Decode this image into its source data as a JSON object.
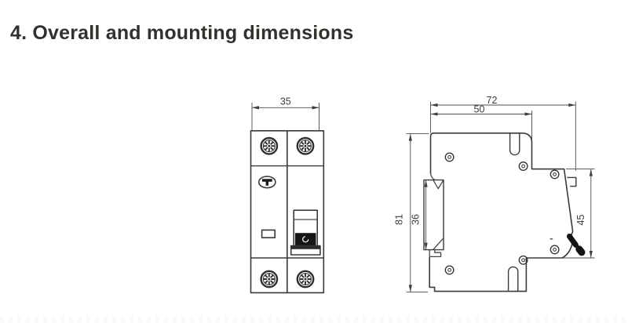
{
  "page": {
    "title": "4. Overall and mounting dimensions"
  },
  "front_view": {
    "dim_width": "35"
  },
  "side_view": {
    "dim_overall_width": "72",
    "dim_upper_width": "50",
    "dim_overall_height": "81",
    "dim_rail_slot_height": "36",
    "dim_front_height": "45"
  },
  "colors": {
    "background": "#ffffff",
    "line": "#3a3a3a",
    "dimension_text": "#3d3d3d",
    "title_text": "#34302c",
    "toggle_fill": "#141414"
  }
}
